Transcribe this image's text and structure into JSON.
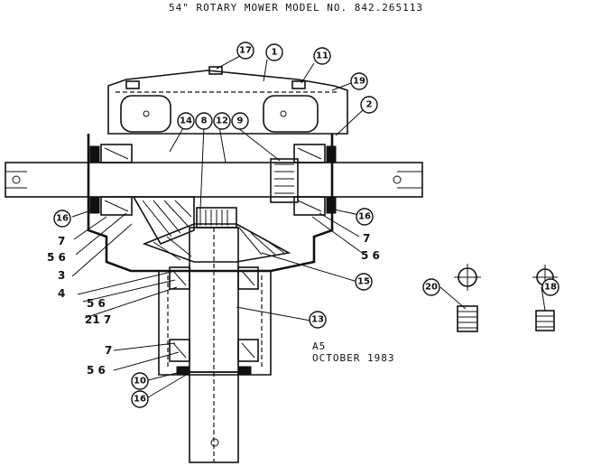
{
  "title": "54\" ROTARY MOWER MODEL NO. 842.265113",
  "stamp": {
    "code": "A5",
    "date": "OCTOBER 1983"
  },
  "callouts": [
    {
      "id": "17",
      "label": "17"
    },
    {
      "id": "1",
      "label": "1"
    },
    {
      "id": "11",
      "label": "11"
    },
    {
      "id": "19",
      "label": "19"
    },
    {
      "id": "2",
      "label": "2"
    },
    {
      "id": "14",
      "label": "14"
    },
    {
      "id": "8",
      "label": "8"
    },
    {
      "id": "12",
      "label": "12"
    },
    {
      "id": "9",
      "label": "9"
    },
    {
      "id": "16a",
      "label": "16"
    },
    {
      "id": "16b",
      "label": "16"
    },
    {
      "id": "16c",
      "label": "16"
    },
    {
      "id": "15",
      "label": "15"
    },
    {
      "id": "13",
      "label": "13"
    },
    {
      "id": "10",
      "label": "10"
    },
    {
      "id": "20",
      "label": "20"
    },
    {
      "id": "18",
      "label": "18"
    }
  ],
  "plain_numbers": [
    {
      "id": "7a",
      "label": "7"
    },
    {
      "id": "56a",
      "label": "5 6"
    },
    {
      "id": "3",
      "label": "3"
    },
    {
      "id": "4",
      "label": "4"
    },
    {
      "id": "7b",
      "label": "7"
    },
    {
      "id": "56b",
      "label": "5 6"
    },
    {
      "id": "56c",
      "label": "5 6"
    },
    {
      "id": "217",
      "label": "21 7"
    },
    {
      "id": "7c",
      "label": "7"
    },
    {
      "id": "56d",
      "label": "5 6"
    }
  ]
}
